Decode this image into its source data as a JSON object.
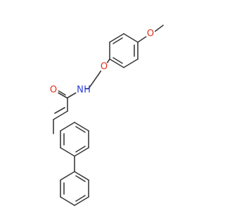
{
  "molecule": {
    "atoms": {
      "o_methoxy": {
        "label": "O",
        "color": "#e0301e"
      },
      "o_ether": {
        "label": "O",
        "color": "#e0301e"
      },
      "n_amide": {
        "label": "N",
        "color": "#2a3bd6"
      },
      "h_amide": {
        "label": "H",
        "color": "#2a3bd6"
      },
      "o_carbonyl": {
        "label": "O",
        "color": "#e0301e"
      }
    },
    "bond_color": "#3a3a3a"
  }
}
